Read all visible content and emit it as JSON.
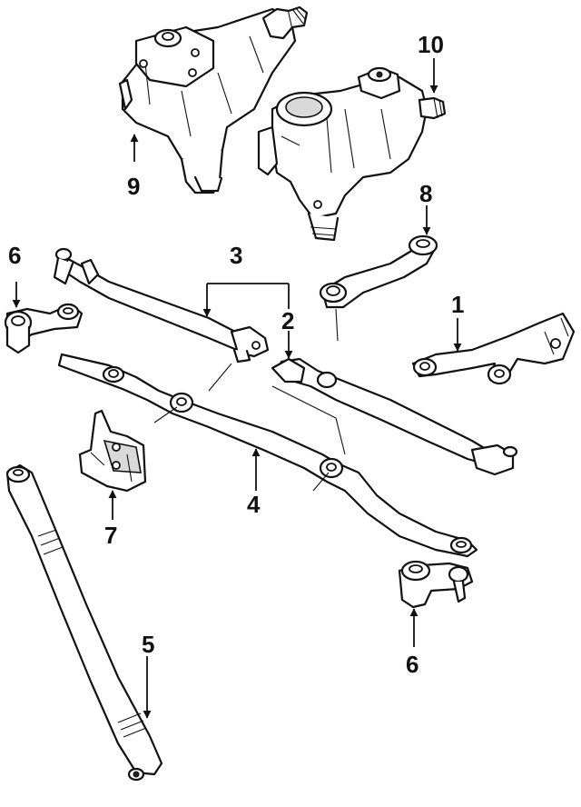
{
  "callouts": {
    "c1": "1",
    "c2": "2",
    "c3": "3",
    "c4": "4",
    "c5": "5",
    "c6a": "6",
    "c6b": "6",
    "c7": "7",
    "c8": "8",
    "c9": "9",
    "c10": "10"
  },
  "colors": {
    "ink": "#111111",
    "background": "#ffffff",
    "shade": "#d9d9d9"
  }
}
